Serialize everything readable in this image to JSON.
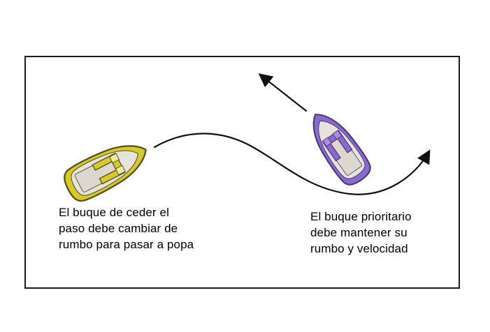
{
  "diagram": {
    "give_way": {
      "caption": "El buque de ceder el\npaso debe cambiar de\nrumbo para pasar a popa",
      "icon": "yellow-motorboat-top-view",
      "maneuver_icon": "s-curve-arrow-up-right"
    },
    "stand_on": {
      "caption": "El buque prioritario\ndebe mantener su\nrumbo y velocidad",
      "icon": "purple-motorboat-top-view",
      "course_icon": "straight-arrow-up-left"
    },
    "colors": {
      "background": "#ffffff",
      "frame_border": "#1a1a1a",
      "arrow": "#111111",
      "text": "#000000",
      "give_way_hull": "#d7c92b",
      "give_way_outline": "#55511c",
      "give_way_seat": "#efec9f",
      "stand_on_hull": "#8a6ace",
      "stand_on_outline": "#4b3874",
      "stand_on_seat": "#b288e6",
      "deck": "#e6e3dd",
      "floor": "#dcd8d0"
    }
  }
}
